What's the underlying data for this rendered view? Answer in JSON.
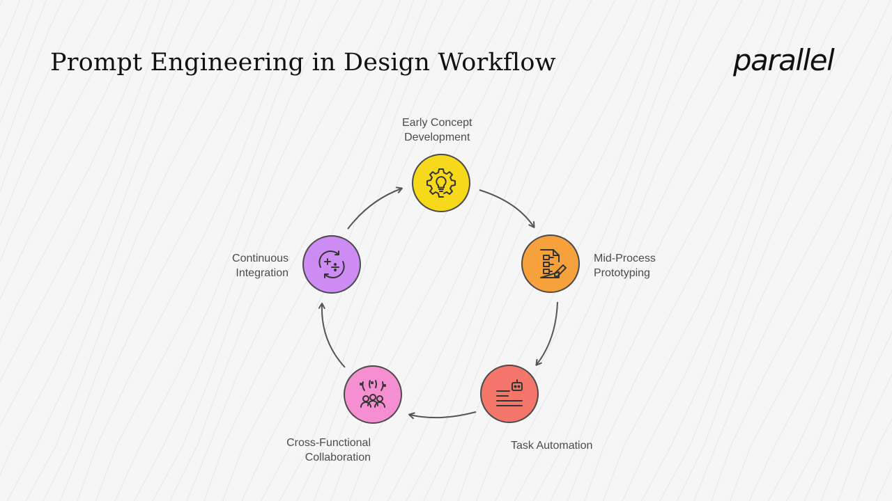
{
  "header": {
    "title": "Prompt Engineering in Design Workflow",
    "logo_text": "parallel"
  },
  "cycle": [
    {
      "label": "Early Concept\nDevelopment",
      "color": "#f7d91c",
      "icon": "gear-lightbulb-icon"
    },
    {
      "label": "Mid-Process\nPrototyping",
      "color": "#f7a13c",
      "icon": "document-edit-icon"
    },
    {
      "label": "Task Automation",
      "color": "#f4766b",
      "icon": "robot-text-icon"
    },
    {
      "label": "Cross-Functional\nCollaboration",
      "color": "#f58fd1",
      "icon": "team-sparkle-icon"
    },
    {
      "label": "Continuous\nIntegration",
      "color": "#cd8cf3",
      "icon": "refresh-math-icon"
    }
  ]
}
